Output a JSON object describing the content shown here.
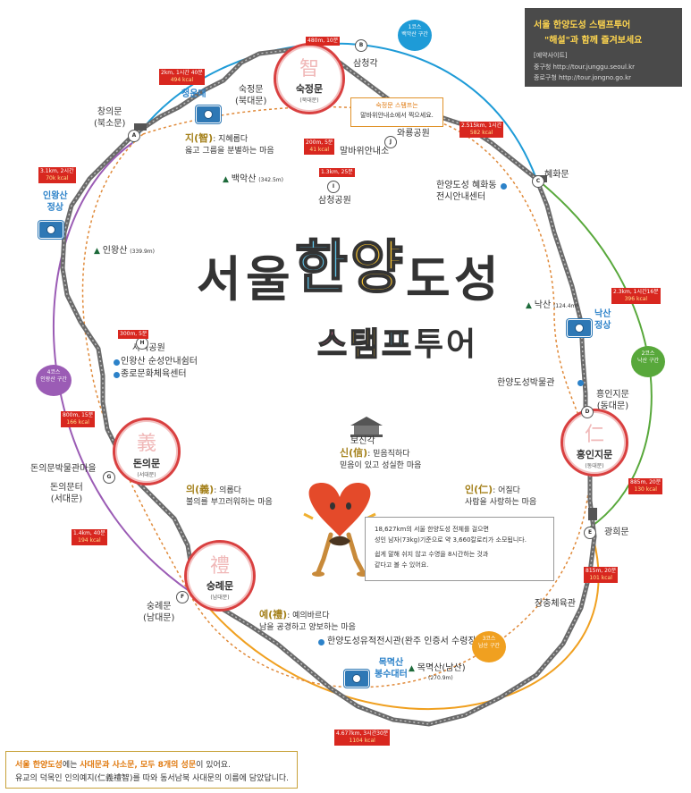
{
  "info": {
    "title": "서울 한양도성 스탬프투어",
    "subtitle": "\"해설\"과 함께 즐겨보세요",
    "site_label": "[예약사이트]",
    "site1": "중구청  http://tour.junggu.seoul.kr",
    "site2": "종로구청  http://tour.jongno.go.kr"
  },
  "main_title": {
    "line1": [
      "서",
      "울",
      "한",
      "양",
      "도",
      "성"
    ],
    "line2": [
      "스",
      "탬",
      "프",
      "투",
      "어"
    ]
  },
  "gates": {
    "sukjeong": {
      "han": "智",
      "name": "숙정문",
      "sub": "(북대문)"
    },
    "heunginjimun": {
      "han": "仁",
      "name": "흥인지문",
      "sub": "(동대문)"
    },
    "donuimun": {
      "han": "義",
      "name": "돈의문",
      "sub": "(서대문)"
    },
    "sungnyemun": {
      "han": "禮",
      "name": "숭례문",
      "sub": "(남대문)"
    }
  },
  "virtues": {
    "ji": {
      "title": "지(智)",
      "desc1": ": 지혜롭다",
      "desc2": "옳고 그름을 분별하는 마음"
    },
    "sin": {
      "title": "신(信)",
      "desc1": ": 믿음직하다",
      "desc2": "믿음이 있고 성실한 마음"
    },
    "ui": {
      "title": "의(義)",
      "desc1": ": 의롭다",
      "desc2": "불의를 부끄러워하는 마음"
    },
    "in": {
      "title": "인(仁)",
      "desc1": ": 어질다",
      "desc2": "사람을 사랑하는 마음"
    },
    "ye": {
      "title": "예(禮)",
      "desc1": ": 예의바르다",
      "desc2": "남을 공경하고 양보하는 마음"
    }
  },
  "places": {
    "samcheonggak": "삼청각",
    "sukjeongmun_small": "숙정문\n(북대문)",
    "cheongundae": "청운대",
    "changuimun": "창의문\n(북소문)",
    "malbawi": "말바위안내소",
    "waryong": "와룡공원",
    "hyehwamun": "혜화문",
    "hyehwa_center": "한양도성 혜화동\n전시안내센터",
    "samcheong_park": "삼청공원",
    "bugaksan": "백악산",
    "bugaksan_h": "(342.5m)",
    "inwangsan_peak": "인왕산\n정상",
    "inwangsan": "인왕산",
    "inwangsan_h": "(339.9m)",
    "naksan": "낙산",
    "naksan_h": "(124.4m)",
    "naksan_peak": "낙산\n정상",
    "sajik": "사직공원",
    "inwang_center": "인왕산 순성안내쉼터",
    "jongno_gym": "종로문화체육센터",
    "museum": "한양도성박물관",
    "heungin_small": "흥인지문\n(동대문)",
    "bosingak": "보신각",
    "donui_village": "돈의문박물관마을",
    "donuimun_site": "돈의문터\n(서대문)",
    "gwanghuimun": "광희문",
    "sungnyemun_small": "숭례문\n(남대문)",
    "jangchung": "장충체육관",
    "heritage_center": "한양도성유적전시관(완주 인증서 수령장소)",
    "mokmyeok_beacon": "목멱산\n봉수대터",
    "mokmyeoksan": "목멱산(남산)",
    "mokmyeoksan_h": "(270.9m)"
  },
  "distances": {
    "d1": {
      "d": "480m, 10분"
    },
    "d2": {
      "d": "2km, 1시간 40분",
      "k": "494 kcal"
    },
    "d3": {
      "d": "200m, 5분",
      "k": "41 kcal"
    },
    "d4": {
      "d": "1.3km, 25분"
    },
    "d5": {
      "d": "2.515km, 1시간",
      "k": "582 kcal"
    },
    "d6": {
      "d": "3.1km, 2시간",
      "k": "70k kcal"
    },
    "d7": {
      "d": "2.3km, 1시간16분",
      "k": "396 kcal"
    },
    "d8": {
      "d": "300m, 5분"
    },
    "d9": {
      "d": "800m, 15분",
      "k": "166 kcal"
    },
    "d10": {
      "d": "885m, 20분",
      "k": "130 kcal"
    },
    "d11": {
      "d": "1.4km, 40분",
      "k": "194 kcal"
    },
    "d12": {
      "d": "815m, 20분",
      "k": "101 kcal"
    },
    "d13": {
      "d": "4.677km, 3시간30분",
      "k": "1104 kcal"
    }
  },
  "courses": {
    "c1": {
      "a": "1코스",
      "b": "백악산 구간"
    },
    "c2": {
      "a": "2코스",
      "b": "낙산 구간"
    },
    "c3": {
      "a": "3코스",
      "b": "남산 구간"
    },
    "c4": {
      "a": "4코스",
      "b": "인왕산 구간"
    }
  },
  "stamp_note": {
    "l1": "숙정문 스탬프는",
    "l2": "말바위안내소에서 찍으세요."
  },
  "heart_note": {
    "l1": "18,627km의 서울 한양도성 전체를 걸으면",
    "l2": "성인 남자(73kg)기준으로 약 3,660칼로리가 소모됩니다.",
    "l3": "쉽게 말해 쉬지 않고 수영을 8시간하는 것과",
    "l4": "같다고 볼 수 있어요."
  },
  "bottom": {
    "l1a": "서울 한양도성",
    "l1b": "에는 ",
    "l1c": "사대문과 사소문, 모두 8개의 성문",
    "l1d": "이 있어요.",
    "l2": "유교의 덕목인 인의예지(仁義禮智)를 따와 동서남북 사대문의 이름에 담았답니다."
  },
  "colors": {
    "course1": "#1e9bd7",
    "course2": "#58a83b",
    "course3": "#f0a020",
    "course4": "#9b5cb5",
    "wall": "#6a6a6a",
    "dash": "#e08a3a",
    "gate_ring": "#d94040"
  }
}
